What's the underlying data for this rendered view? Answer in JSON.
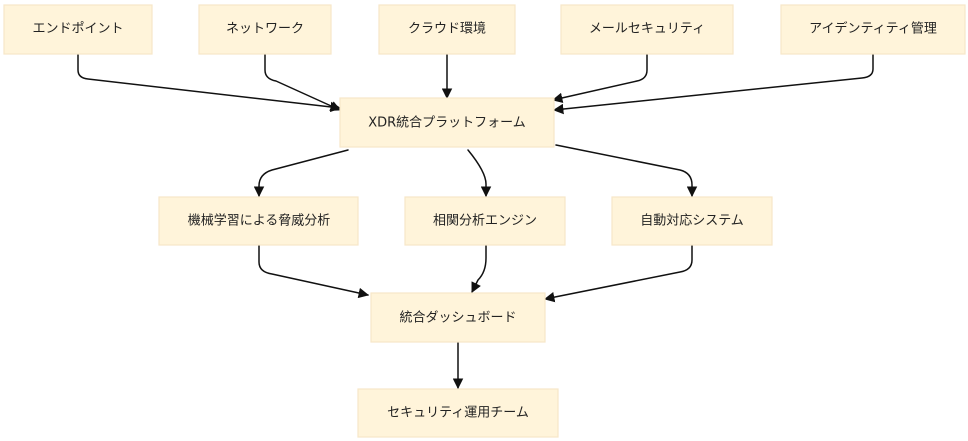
{
  "nodes": {
    "endpoint": "エンドポイント",
    "network": "ネットワーク",
    "cloud": "クラウド環境",
    "email": "メールセキュリティ",
    "identity": "アイデンティティ管理",
    "xdr": "XDR統合プラットフォーム",
    "ml": "機械学習による脅威分析",
    "correlation": "相関分析エンジン",
    "auto": "自動対応システム",
    "dashboard": "統合ダッシュボード",
    "soc": "セキュリティ運用チーム"
  },
  "edges": [
    {
      "from": "endpoint",
      "to": "xdr"
    },
    {
      "from": "network",
      "to": "xdr"
    },
    {
      "from": "cloud",
      "to": "xdr"
    },
    {
      "from": "email",
      "to": "xdr"
    },
    {
      "from": "identity",
      "to": "xdr"
    },
    {
      "from": "xdr",
      "to": "ml"
    },
    {
      "from": "xdr",
      "to": "correlation"
    },
    {
      "from": "xdr",
      "to": "auto"
    },
    {
      "from": "ml",
      "to": "dashboard"
    },
    {
      "from": "correlation",
      "to": "dashboard"
    },
    {
      "from": "auto",
      "to": "dashboard"
    },
    {
      "from": "dashboard",
      "to": "soc"
    }
  ],
  "colors": {
    "node_fill": "#fff4da",
    "node_hatch": "#f3dfb4",
    "edge": "#111111",
    "text": "#222222"
  }
}
